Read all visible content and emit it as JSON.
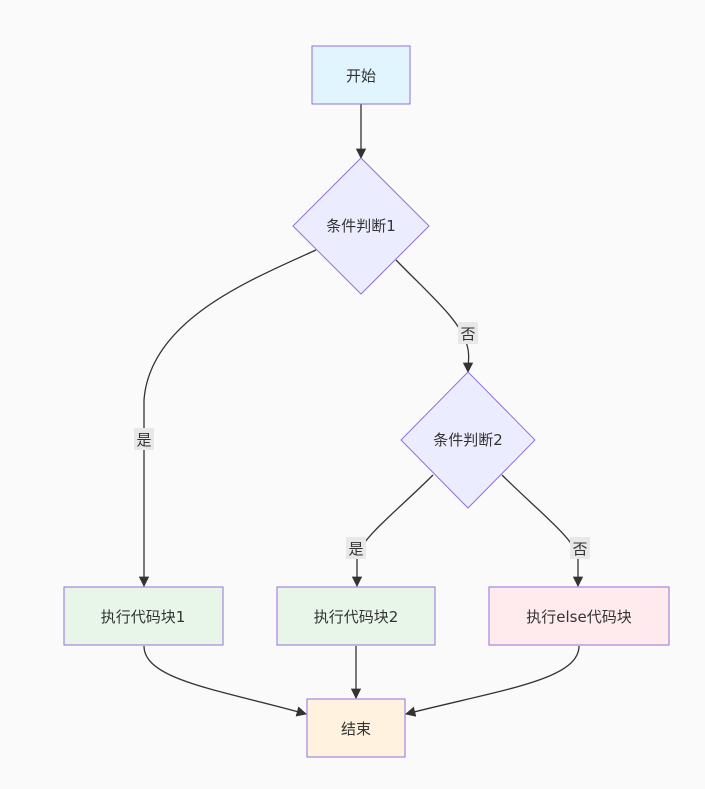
{
  "nodes": {
    "start": {
      "label": "开始",
      "fill": "#e1f5fe"
    },
    "cond1": {
      "label": "条件判断1",
      "fill": "#ececff"
    },
    "cond2": {
      "label": "条件判断2",
      "fill": "#ececff"
    },
    "block1": {
      "label": "执行代码块1",
      "fill": "#e8f5e9"
    },
    "block2": {
      "label": "执行代码块2",
      "fill": "#e8f5e9"
    },
    "block_else": {
      "label": "执行else代码块",
      "fill": "#ffebee"
    },
    "end": {
      "label": "结束",
      "fill": "#fff3e0"
    }
  },
  "edges": {
    "cond1_yes": "是",
    "cond1_no": "否",
    "cond2_yes": "是",
    "cond2_no": "否"
  },
  "colors": {
    "node_border": "#9370db",
    "edge": "#333333"
  }
}
